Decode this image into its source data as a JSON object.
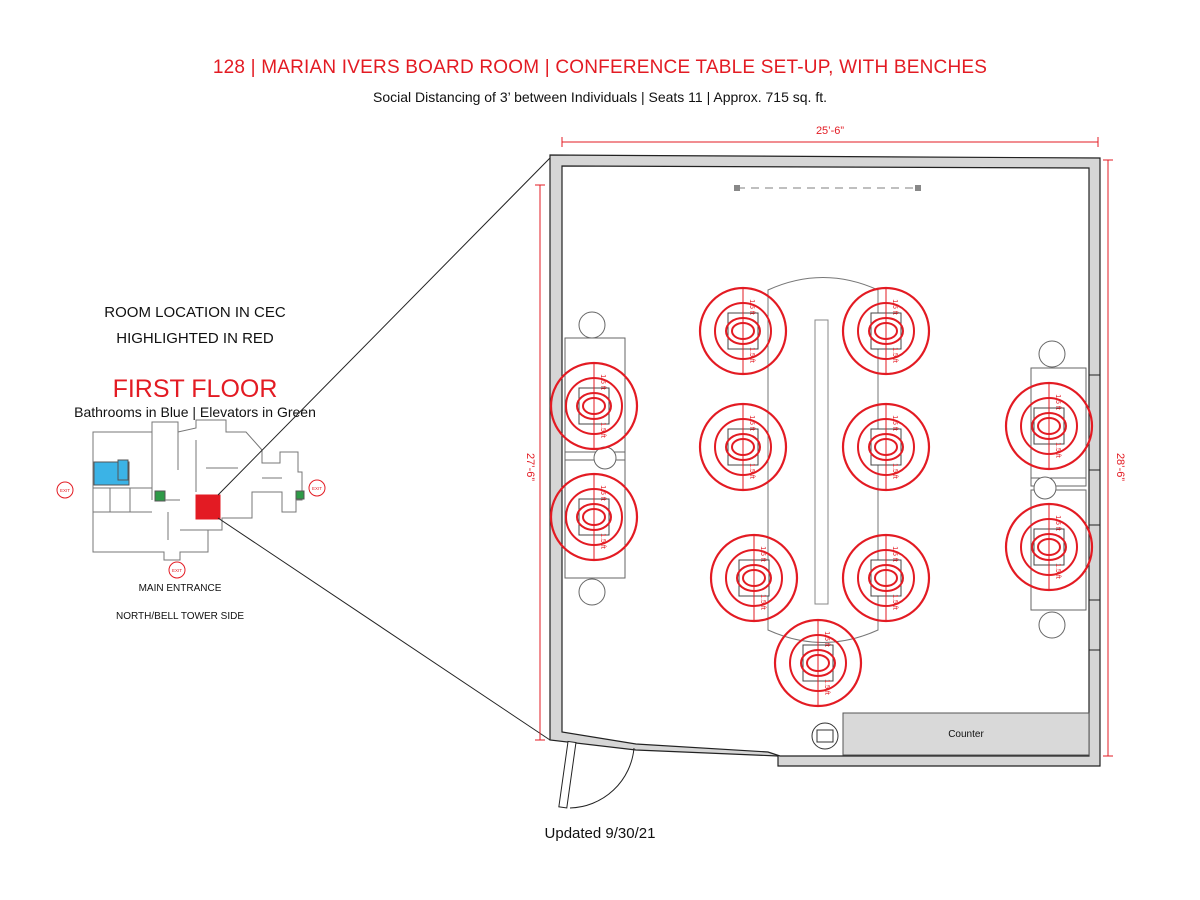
{
  "title": "128 | MARIAN IVERS BOARD ROOM | CONFERENCE TABLE SET-UP, WITH BENCHES",
  "subtitle": "Social Distancing of 3’ between Individuals | Seats 11 | Approx. 715 sq. ft.",
  "location_note": {
    "line1": "ROOM LOCATION IN CEC",
    "line2": "HIGHLIGHTED IN RED"
  },
  "floor": {
    "heading": "FIRST FLOOR",
    "legend": "Bathrooms in Blue | Elevators in Green",
    "exit_label": "EXIT",
    "main_entrance": "MAIN ENTRANCE",
    "north_side": "NORTH/BELL TOWER SIDE"
  },
  "dimensions": {
    "width": "25’-6”",
    "left_height": "27’-6”",
    "right_height": "28’-6”"
  },
  "seat_marker_label": "1.5 ft",
  "counter_label": "Counter",
  "updated": "Updated 9/30/21",
  "colors": {
    "accent": "#e31b23",
    "bathroom": "#3bb3e6",
    "elevator": "#2e9a47",
    "room_highlight": "#e31b23",
    "wall": "#d6d6d6"
  }
}
